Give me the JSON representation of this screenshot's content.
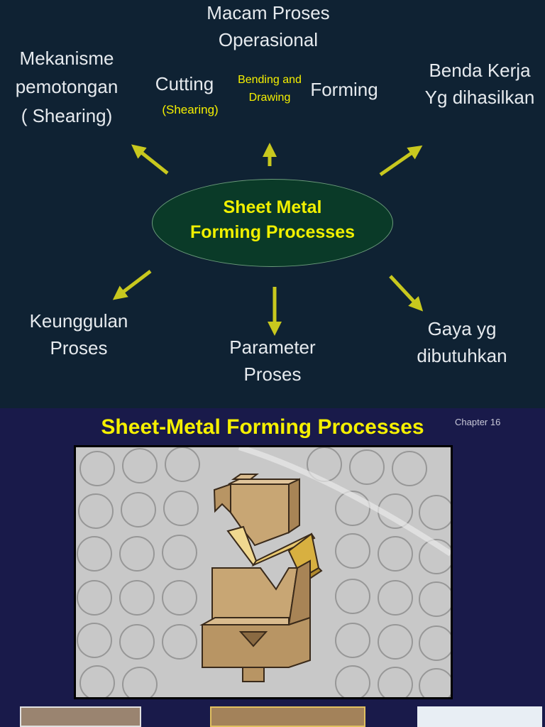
{
  "slide_top": {
    "center_label": [
      "Sheet Metal",
      "Forming  Processes"
    ],
    "top_heading": [
      "Macam Proses",
      "Operasional"
    ],
    "top_left": [
      "Mekanisme",
      "pemotongan",
      "( Shearing)"
    ],
    "cutting": "Cutting",
    "shearing": "(Shearing)",
    "bending": [
      "Bending and",
      "Drawing"
    ],
    "forming": "Forming",
    "top_right": [
      "Benda Kerja",
      "Yg dihasilkan"
    ],
    "bottom_left": [
      "Keunggulan",
      "Proses"
    ],
    "bottom_center": [
      "Parameter",
      "Proses"
    ],
    "bottom_right": [
      "Gaya  yg",
      "dibutuhkan"
    ],
    "colors": {
      "background": "#0f2233",
      "ellipse": "#0a3a28",
      "accent": "#f5f000",
      "arrow": "#c8c81e"
    }
  },
  "slide_bottom": {
    "title": "Sheet-Metal Forming Processes",
    "chapter": "Chapter 16",
    "background": "#191a4a"
  }
}
